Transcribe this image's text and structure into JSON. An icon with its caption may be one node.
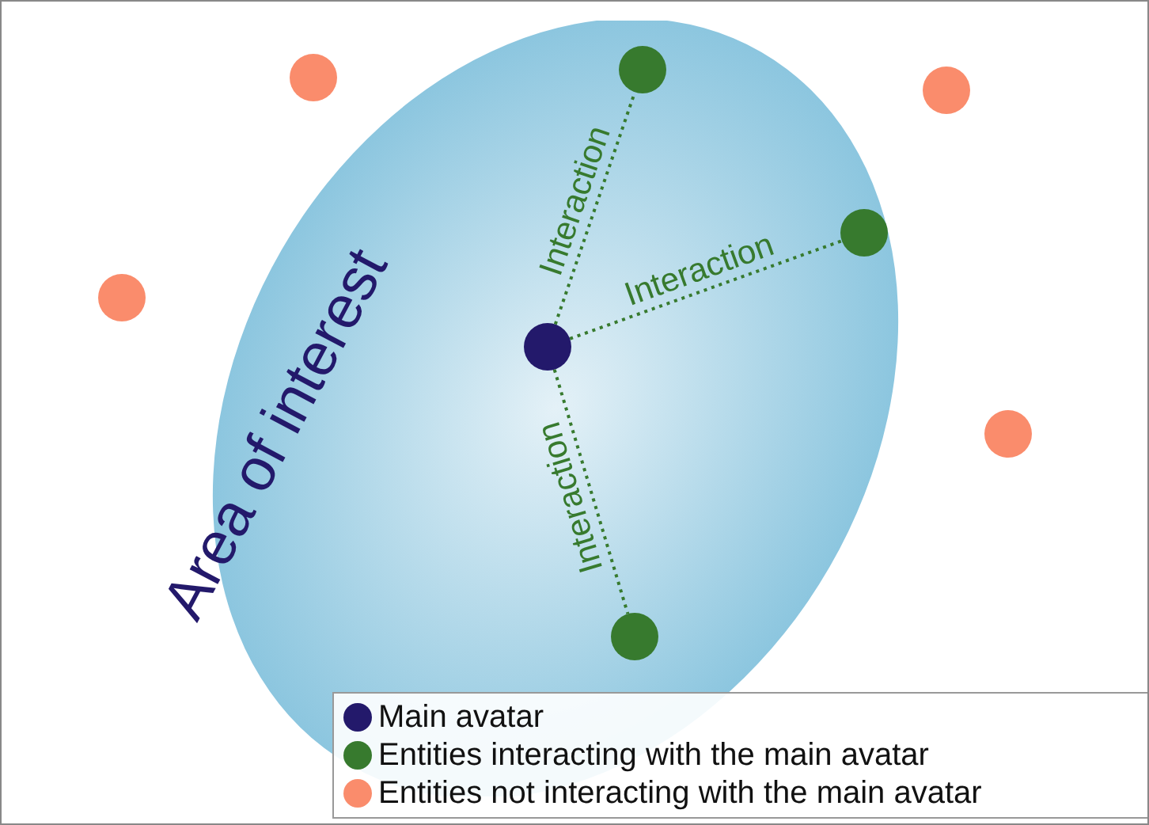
{
  "diagram": {
    "nodes": [
      {
        "text": [
          "Area of interest"
        ]
      },
      {
        "text": [],
        "shape": "circle",
        "in": 0
      },
      {
        "text": [],
        "shape": "circle",
        "in": 0
      },
      {
        "text": [],
        "shape": "circle",
        "in": 0
      },
      {
        "text": [],
        "shape": "circle",
        "in": 0
      },
      {
        "text": [],
        "shape": "circle"
      },
      {
        "text": [],
        "shape": "circle"
      },
      {
        "text": [],
        "shape": "circle"
      },
      {
        "text": [],
        "shape": "circle"
      }
    ],
    "edges": [
      {
        "from": 1,
        "to": 2,
        "arrow": "none",
        "label": "Interaction",
        "style": "dashed"
      },
      {
        "from": 1,
        "to": 3,
        "arrow": "none",
        "label": "Interaction",
        "style": "dashed"
      },
      {
        "from": 1,
        "to": 4,
        "arrow": "none",
        "label": "Interaction",
        "style": "dashed"
      }
    ],
    "legend": [
      {
        "text": "Main avatar",
        "color": "#23196b"
      },
      {
        "text": "Entities interacting with the main avatar",
        "color": "#377a2e"
      },
      {
        "text": "Entities not interacting with the main avatar",
        "color": "#fa8c6c"
      }
    ]
  }
}
